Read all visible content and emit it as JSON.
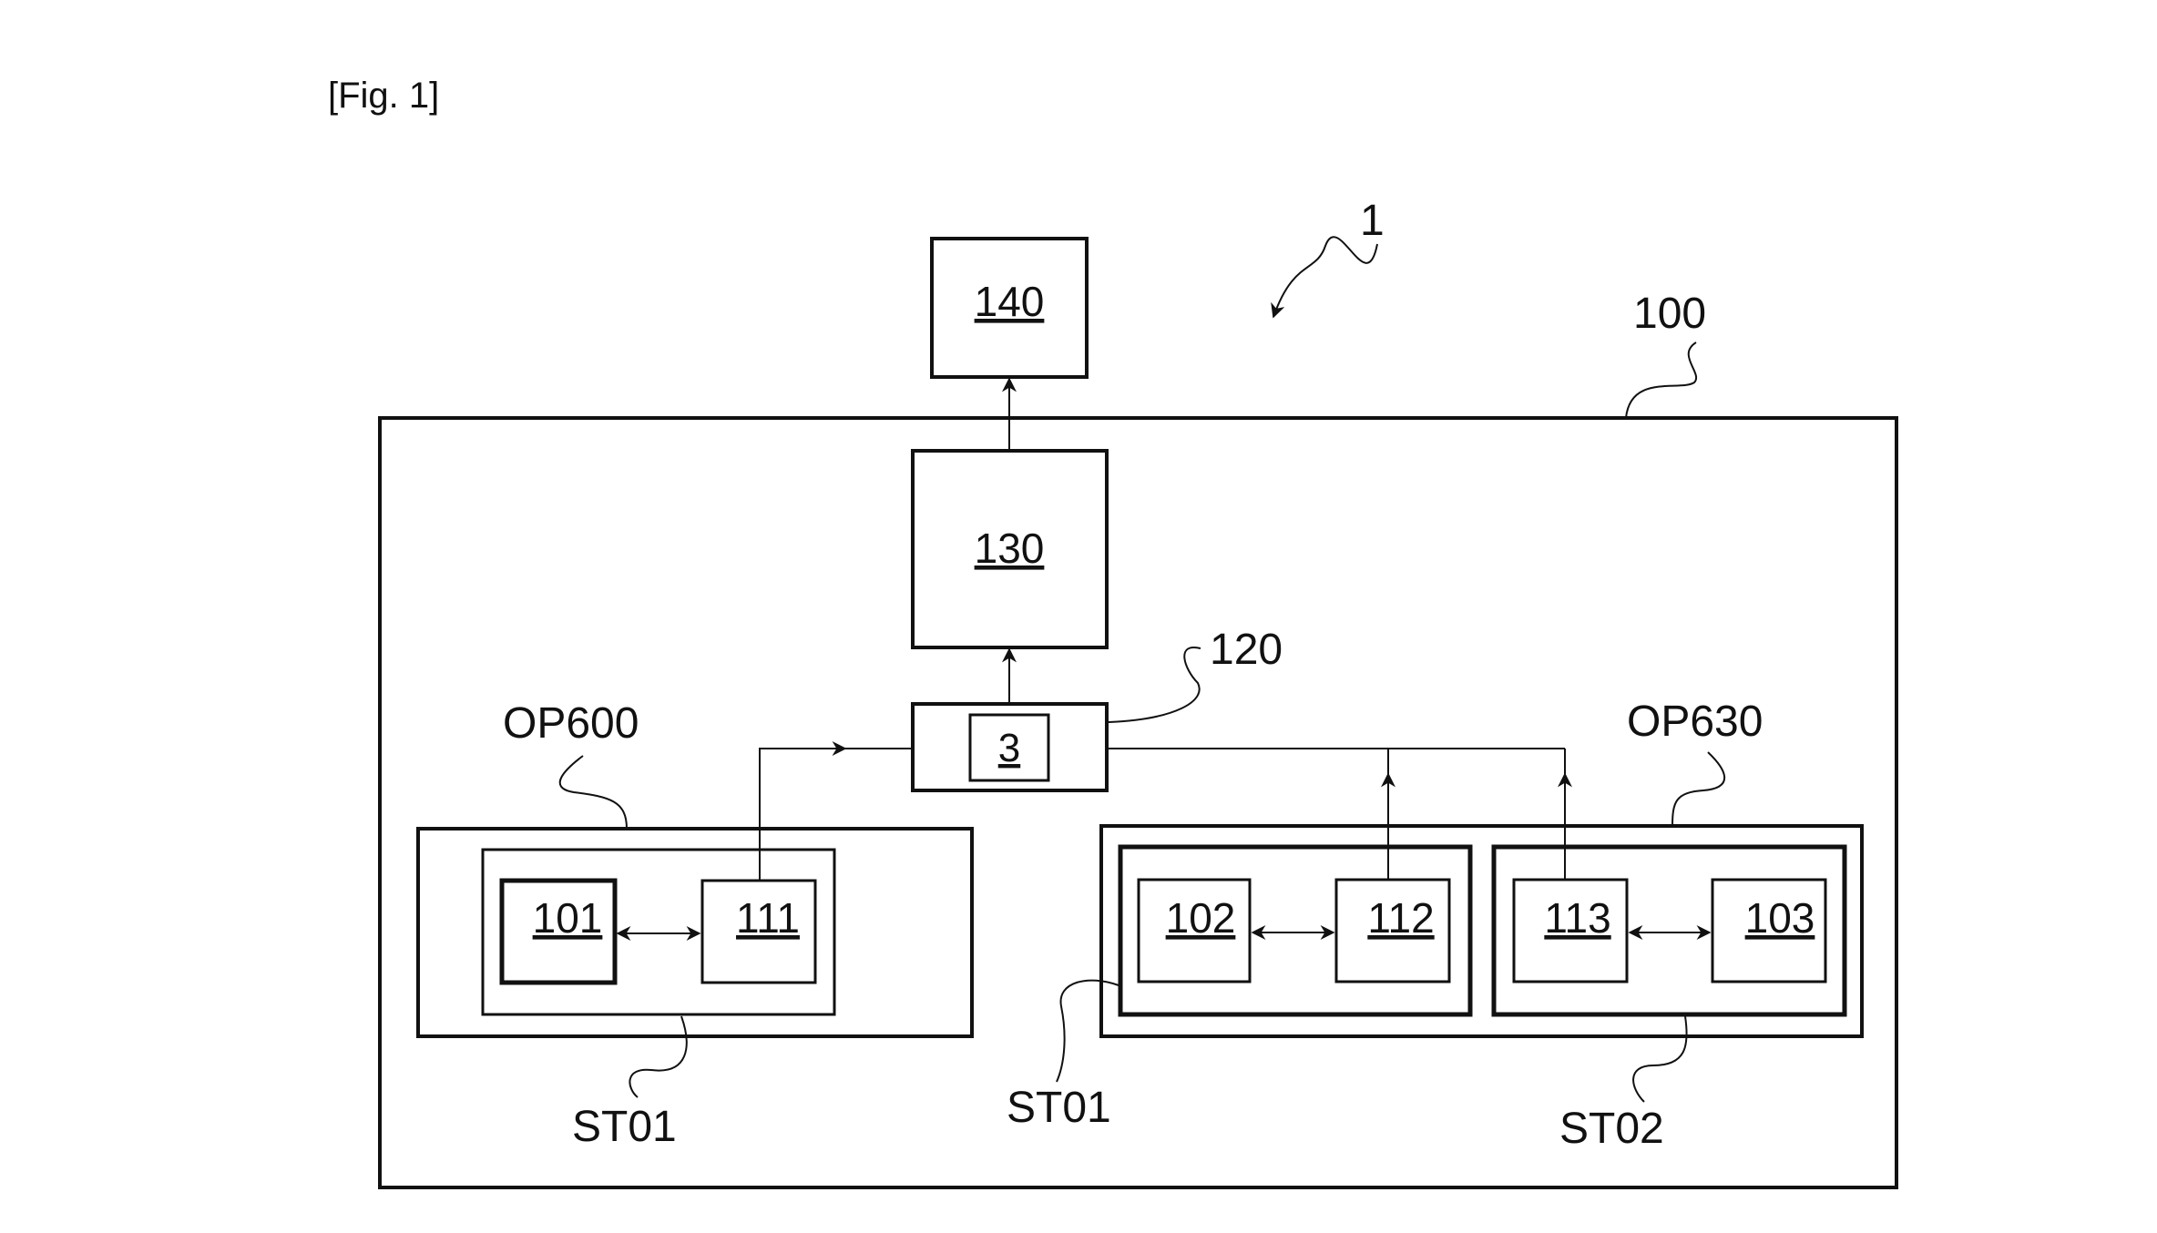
{
  "figure_label": "[Fig. 1]",
  "system_ref": "1",
  "housing_ref": "100",
  "boxes": {
    "b140": "140",
    "b130": "130",
    "b3": "3",
    "b101": "101",
    "b111": "111",
    "b102": "102",
    "b112": "112",
    "b113": "113",
    "b103": "103"
  },
  "callouts": {
    "hub": "120",
    "op_left": "OP600",
    "op_right": "OP630",
    "st_left": "ST01",
    "st_mid": "ST01",
    "st_right": "ST02"
  },
  "colors": {
    "line": "#111111",
    "background": "#ffffff"
  }
}
